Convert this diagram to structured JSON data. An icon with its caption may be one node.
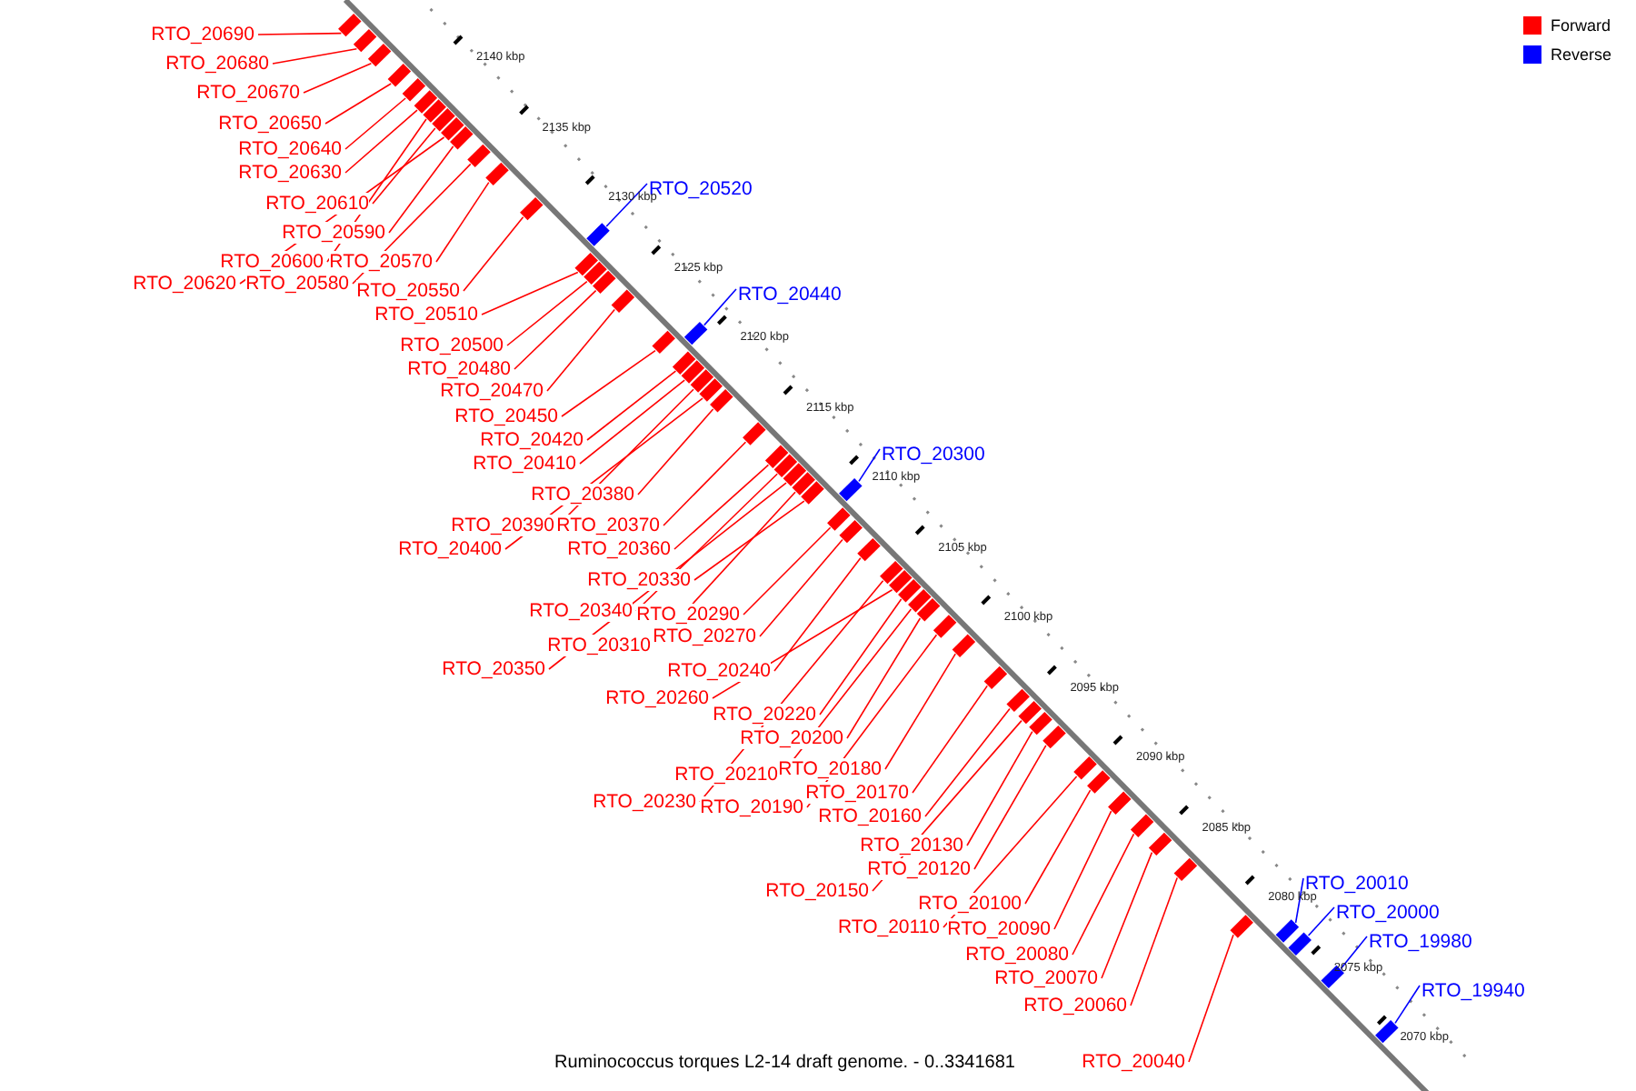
{
  "diagram": {
    "caption": "Ruminococcus torques L2-14 draft genome. - 0..3341681",
    "nodes": [
      {
        "text": [
          "RTO_20690"
        ]
      },
      {
        "text": [
          "RTO_20680"
        ]
      },
      {
        "text": [
          "RTO_20670"
        ]
      },
      {
        "text": [
          "RTO_20650"
        ]
      },
      {
        "text": [
          "RTO_20640"
        ]
      },
      {
        "text": [
          "RTO_20630"
        ]
      },
      {
        "text": [
          "RTO_20520"
        ]
      },
      {
        "text": [
          "RTO_20610"
        ]
      },
      {
        "text": [
          "RTO_20590"
        ]
      },
      {
        "text": [
          "RTO_20600"
        ]
      },
      {
        "text": [
          "RTO_20570"
        ]
      },
      {
        "text": [
          "RTO_20620"
        ]
      },
      {
        "text": [
          "RTO_20580"
        ]
      },
      {
        "text": [
          "RTO_20550"
        ]
      },
      {
        "text": [
          "RTO_20440"
        ]
      },
      {
        "text": [
          "RTO_20510"
        ]
      },
      {
        "text": [
          "RTO_20500"
        ]
      },
      {
        "text": [
          "RTO_20480"
        ]
      },
      {
        "text": [
          "RTO_20470"
        ]
      },
      {
        "text": [
          "RTO_20450"
        ]
      },
      {
        "text": [
          "RTO_20420"
        ]
      },
      {
        "text": [
          "RTO_20300"
        ]
      },
      {
        "text": [
          "RTO_20410"
        ]
      },
      {
        "text": [
          "RTO_20380"
        ]
      },
      {
        "text": [
          "RTO_20390"
        ]
      },
      {
        "text": [
          "RTO_20370"
        ]
      },
      {
        "text": [
          "RTO_20400"
        ]
      },
      {
        "text": [
          "RTO_20360"
        ]
      },
      {
        "text": [
          "RTO_20330"
        ]
      },
      {
        "text": [
          "RTO_20340"
        ]
      },
      {
        "text": [
          "RTO_20290"
        ]
      },
      {
        "text": [
          "RTO_20270"
        ]
      },
      {
        "text": [
          "RTO_20310"
        ]
      },
      {
        "text": [
          "RTO_20240"
        ]
      },
      {
        "text": [
          "RTO_20350"
        ]
      },
      {
        "text": [
          "RTO_20260"
        ]
      },
      {
        "text": [
          "RTO_20220"
        ]
      },
      {
        "text": [
          "RTO_20200"
        ]
      },
      {
        "text": [
          "RTO_20180"
        ]
      },
      {
        "text": [
          "RTO_20210"
        ]
      },
      {
        "text": [
          "RTO_20170"
        ]
      },
      {
        "text": [
          "RTO_20230"
        ]
      },
      {
        "text": [
          "RTO_20190"
        ]
      },
      {
        "text": [
          "RTO_20160"
        ]
      },
      {
        "text": [
          "RTO_20130"
        ]
      },
      {
        "text": [
          "RTO_20120"
        ]
      },
      {
        "text": [
          "RTO_20010"
        ]
      },
      {
        "text": [
          "RTO_20150"
        ]
      },
      {
        "text": [
          "RTO_20100"
        ]
      },
      {
        "text": [
          "RTO_20000"
        ]
      },
      {
        "text": [
          "RTO_20110"
        ]
      },
      {
        "text": [
          "RTO_20090"
        ]
      },
      {
        "text": [
          "RTO_19980"
        ]
      },
      {
        "text": [
          "RTO_20080"
        ]
      },
      {
        "text": [
          "RTO_20070"
        ]
      },
      {
        "text": [
          "RTO_19940"
        ]
      },
      {
        "text": [
          "RTO_20060"
        ]
      },
      {
        "text": [
          "RTO_20040"
        ]
      },
      {
        "text": [],
        "shape": "bar"
      },
      {
        "text": [],
        "shape": "bar"
      },
      {
        "text": [],
        "shape": "bar"
      },
      {
        "text": [],
        "shape": "bar"
      },
      {
        "text": [],
        "shape": "bar"
      },
      {
        "text": [],
        "shape": "bar"
      },
      {
        "text": [],
        "shape": "bar"
      },
      {
        "text": [],
        "shape": "bar"
      },
      {
        "text": [],
        "shape": "bar"
      },
      {
        "text": [],
        "shape": "bar"
      },
      {
        "text": [],
        "shape": "bar"
      },
      {
        "text": [],
        "shape": "bar"
      },
      {
        "text": [],
        "shape": "bar"
      },
      {
        "text": [],
        "shape": "bar"
      },
      {
        "text": [],
        "shape": "bar"
      },
      {
        "text": [],
        "shape": "bar"
      },
      {
        "text": [],
        "shape": "bar"
      },
      {
        "text": [],
        "shape": "bar"
      },
      {
        "text": [],
        "shape": "bar"
      },
      {
        "text": [],
        "shape": "bar"
      },
      {
        "text": [],
        "shape": "bar"
      },
      {
        "text": [],
        "shape": "bar"
      },
      {
        "text": [],
        "shape": "bar"
      },
      {
        "text": [],
        "shape": "bar"
      },
      {
        "text": [],
        "shape": "bar"
      },
      {
        "text": [],
        "shape": "bar"
      },
      {
        "text": [],
        "shape": "bar"
      },
      {
        "text": [],
        "shape": "bar"
      },
      {
        "text": [],
        "shape": "bar"
      },
      {
        "text": [],
        "shape": "bar"
      },
      {
        "text": [],
        "shape": "bar"
      },
      {
        "text": [],
        "shape": "bar"
      },
      {
        "text": [],
        "shape": "bar"
      },
      {
        "text": [],
        "shape": "bar"
      },
      {
        "text": [],
        "shape": "bar"
      },
      {
        "text": [],
        "shape": "bar"
      },
      {
        "text": [],
        "shape": "bar"
      },
      {
        "text": [],
        "shape": "bar"
      },
      {
        "text": [],
        "shape": "bar"
      },
      {
        "text": [],
        "shape": "bar"
      },
      {
        "text": [],
        "shape": "bar"
      },
      {
        "text": [],
        "shape": "bar"
      },
      {
        "text": [],
        "shape": "bar"
      },
      {
        "text": [],
        "shape": "bar"
      },
      {
        "text": [],
        "shape": "bar"
      },
      {
        "text": [],
        "shape": "bar"
      },
      {
        "text": [],
        "shape": "bar"
      },
      {
        "text": [],
        "shape": "bar"
      },
      {
        "text": [],
        "shape": "bar"
      },
      {
        "text": [],
        "shape": "bar"
      },
      {
        "text": [],
        "shape": "bar"
      },
      {
        "text": [],
        "shape": "bar"
      },
      {
        "text": [],
        "shape": "bar"
      },
      {
        "text": [],
        "shape": "bar"
      },
      {
        "text": [],
        "shape": "bar"
      },
      {
        "text": [],
        "shape": "bar"
      },
      {
        "text": [],
        "shape": "bar"
      },
      {
        "text": [],
        "shape": "bar"
      }
    ],
    "edges": [
      {
        "from": 0,
        "to": 58,
        "arrow": "none"
      },
      {
        "from": 1,
        "to": 59,
        "arrow": "none"
      },
      {
        "from": 2,
        "to": 60,
        "arrow": "none"
      },
      {
        "from": 3,
        "to": 61,
        "arrow": "none"
      },
      {
        "from": 4,
        "to": 62,
        "arrow": "none"
      },
      {
        "from": 5,
        "to": 63,
        "arrow": "none"
      },
      {
        "from": 6,
        "to": 71,
        "arrow": "none",
        "color": "#0000ff"
      },
      {
        "from": 7,
        "to": 65,
        "arrow": "none"
      },
      {
        "from": 8,
        "to": 67,
        "arrow": "none"
      },
      {
        "from": 9,
        "to": 64,
        "arrow": "none"
      },
      {
        "from": 10,
        "to": 69,
        "arrow": "none"
      },
      {
        "from": 11,
        "to": 66,
        "arrow": "none"
      },
      {
        "from": 12,
        "to": 68,
        "arrow": "none"
      },
      {
        "from": 13,
        "to": 70,
        "arrow": "none"
      },
      {
        "from": 14,
        "to": 77,
        "arrow": "none",
        "color": "#0000ff"
      },
      {
        "from": 15,
        "to": 72,
        "arrow": "none"
      },
      {
        "from": 16,
        "to": 73,
        "arrow": "none"
      },
      {
        "from": 17,
        "to": 74,
        "arrow": "none"
      },
      {
        "from": 18,
        "to": 75,
        "arrow": "none"
      },
      {
        "from": 19,
        "to": 76,
        "arrow": "none"
      },
      {
        "from": 20,
        "to": 78,
        "arrow": "none"
      },
      {
        "from": 21,
        "to": 89,
        "arrow": "none",
        "color": "#0000ff"
      },
      {
        "from": 22,
        "to": 79,
        "arrow": "none"
      },
      {
        "from": 23,
        "to": 82,
        "arrow": "none"
      },
      {
        "from": 24,
        "to": 80,
        "arrow": "none"
      },
      {
        "from": 25,
        "to": 83,
        "arrow": "none"
      },
      {
        "from": 26,
        "to": 81,
        "arrow": "none"
      },
      {
        "from": 27,
        "to": 84,
        "arrow": "none"
      },
      {
        "from": 28,
        "to": 88,
        "arrow": "none"
      },
      {
        "from": 29,
        "to": 85,
        "arrow": "none"
      },
      {
        "from": 30,
        "to": 90,
        "arrow": "none"
      },
      {
        "from": 31,
        "to": 91,
        "arrow": "none"
      },
      {
        "from": 32,
        "to": 87,
        "arrow": "none"
      },
      {
        "from": 33,
        "to": 92,
        "arrow": "none"
      },
      {
        "from": 34,
        "to": 86,
        "arrow": "none"
      },
      {
        "from": 35,
        "to": 94,
        "arrow": "none"
      },
      {
        "from": 36,
        "to": 95,
        "arrow": "none"
      },
      {
        "from": 37,
        "to": 97,
        "arrow": "none"
      },
      {
        "from": 38,
        "to": 99,
        "arrow": "none"
      },
      {
        "from": 39,
        "to": 96,
        "arrow": "none"
      },
      {
        "from": 40,
        "to": 100,
        "arrow": "none"
      },
      {
        "from": 41,
        "to": 93,
        "arrow": "none"
      },
      {
        "from": 42,
        "to": 98,
        "arrow": "none"
      },
      {
        "from": 43,
        "to": 101,
        "arrow": "none"
      },
      {
        "from": 44,
        "to": 103,
        "arrow": "none"
      },
      {
        "from": 45,
        "to": 104,
        "arrow": "none"
      },
      {
        "from": 46,
        "to": 112,
        "arrow": "none",
        "color": "#0000ff"
      },
      {
        "from": 47,
        "to": 102,
        "arrow": "none"
      },
      {
        "from": 48,
        "to": 106,
        "arrow": "none"
      },
      {
        "from": 49,
        "to": 113,
        "arrow": "none",
        "color": "#0000ff"
      },
      {
        "from": 50,
        "to": 105,
        "arrow": "none"
      },
      {
        "from": 51,
        "to": 107,
        "arrow": "none"
      },
      {
        "from": 52,
        "to": 114,
        "arrow": "none",
        "color": "#0000ff"
      },
      {
        "from": 53,
        "to": 108,
        "arrow": "none"
      },
      {
        "from": 54,
        "to": 109,
        "arrow": "none"
      },
      {
        "from": 55,
        "to": 115,
        "arrow": "none",
        "color": "#0000ff"
      },
      {
        "from": 56,
        "to": 110,
        "arrow": "none"
      },
      {
        "from": 57,
        "to": 111,
        "arrow": "none"
      }
    ],
    "labels": [
      "2140 kbp",
      "2135 kbp",
      "2130 kbp",
      "2125 kbp",
      "2120 kbp",
      "2115 kbp",
      "2110 kbp",
      "2105 kbp",
      "2100 kbp",
      "2095 kbp",
      "2090 kbp",
      "2085 kbp",
      "2080 kbp",
      "2075 kbp",
      "2070 kbp"
    ],
    "legend": [
      {
        "text": "Forward",
        "color": "#ff0000"
      },
      {
        "text": "Reverse",
        "color": "#0000ff"
      }
    ]
  }
}
